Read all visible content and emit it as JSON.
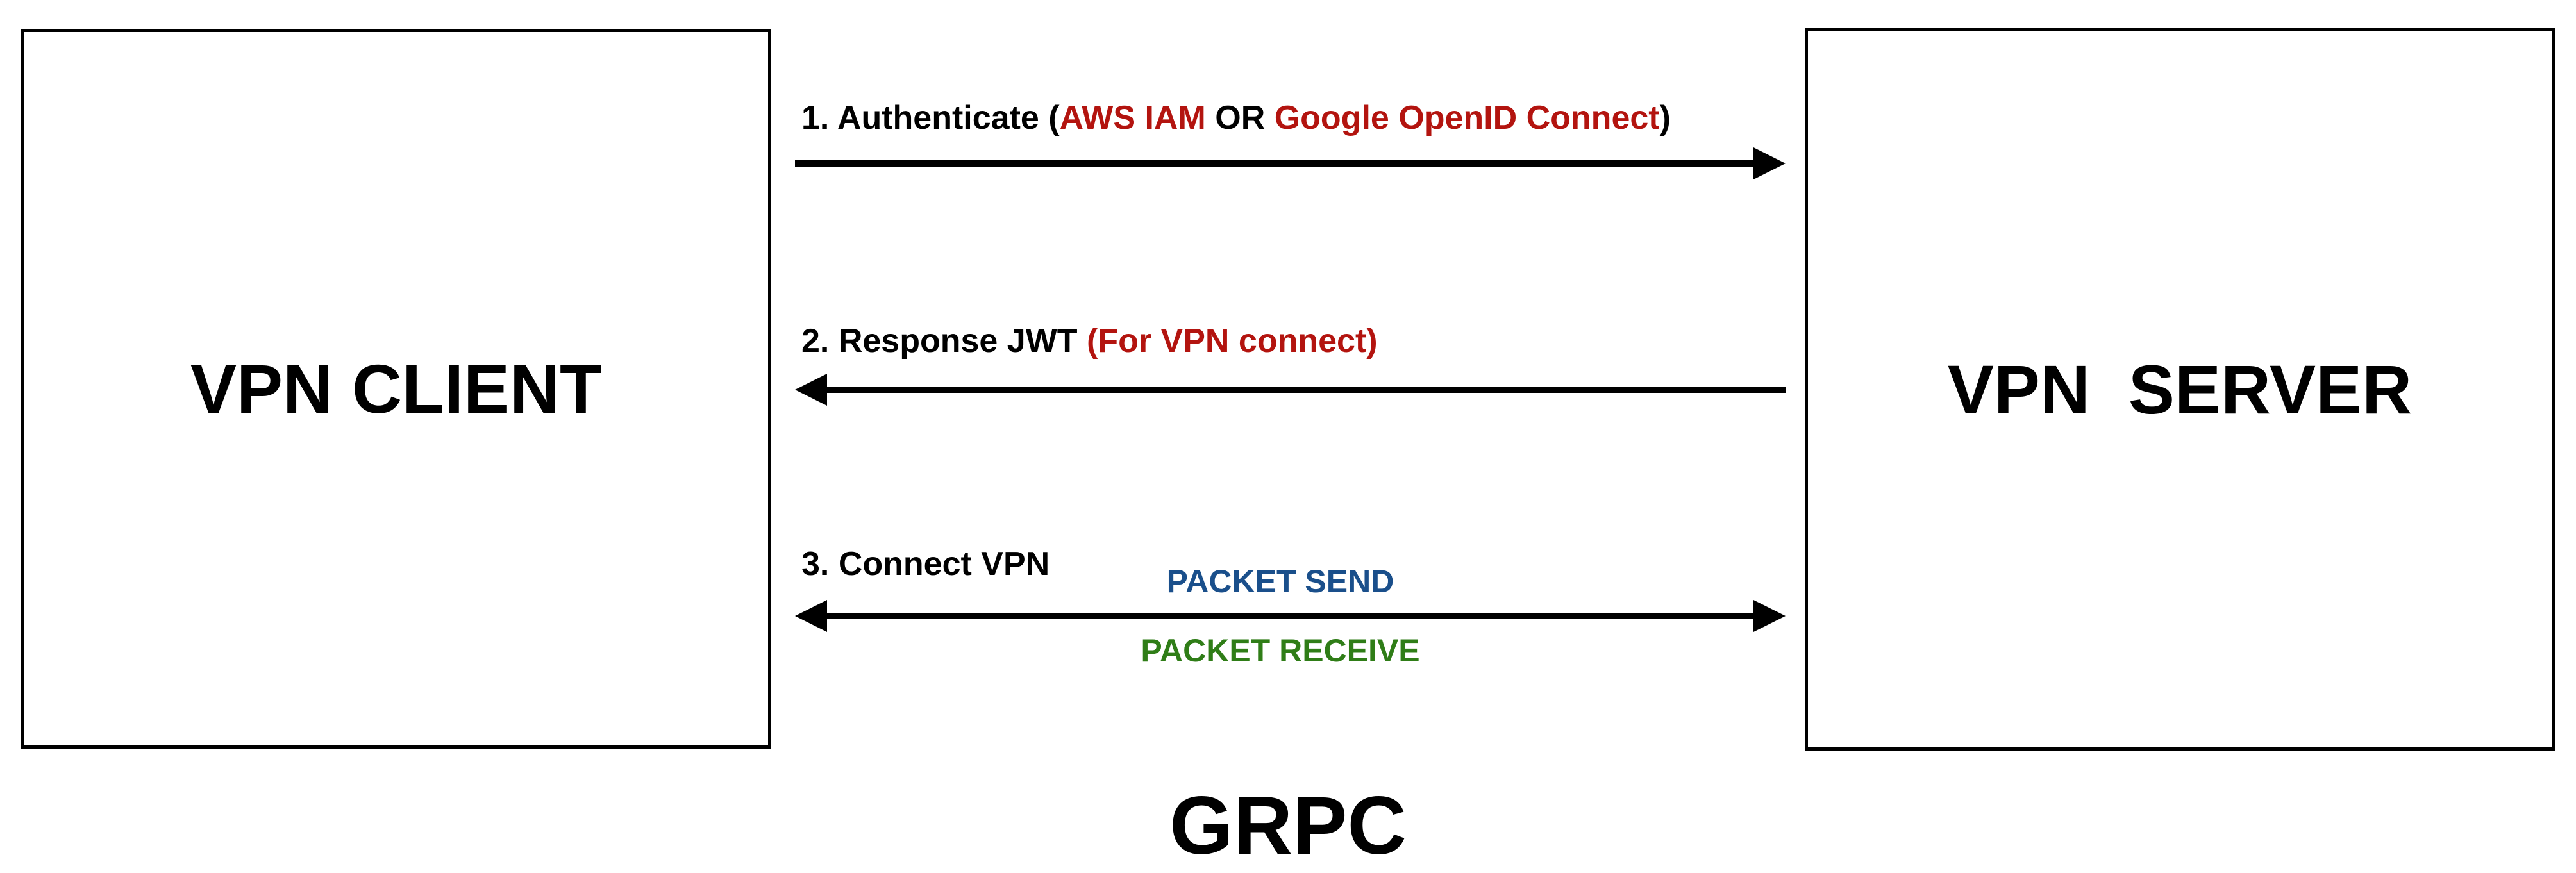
{
  "client": {
    "title": "VPN CLIENT"
  },
  "server": {
    "title": "VPN  SERVER"
  },
  "steps": [
    {
      "prefix": "1. Authenticate (",
      "highlight_a": "AWS IAM",
      "middle": " OR ",
      "highlight_b": "Google OpenID Connect",
      "suffix": ")",
      "direction": "client-to-server"
    },
    {
      "prefix": "2. Response JWT ",
      "highlight": "(For VPN connect)",
      "direction": "server-to-client"
    },
    {
      "label": "3. Connect VPN",
      "direction": "bidirectional",
      "above": "PACKET SEND",
      "below": "PACKET RECEIVE"
    }
  ],
  "footer": "GRPC",
  "colors": {
    "highlight": "#b3140f",
    "packet_send": "#1a4f8b",
    "packet_receive": "#2f7d17",
    "line": "#000000"
  }
}
